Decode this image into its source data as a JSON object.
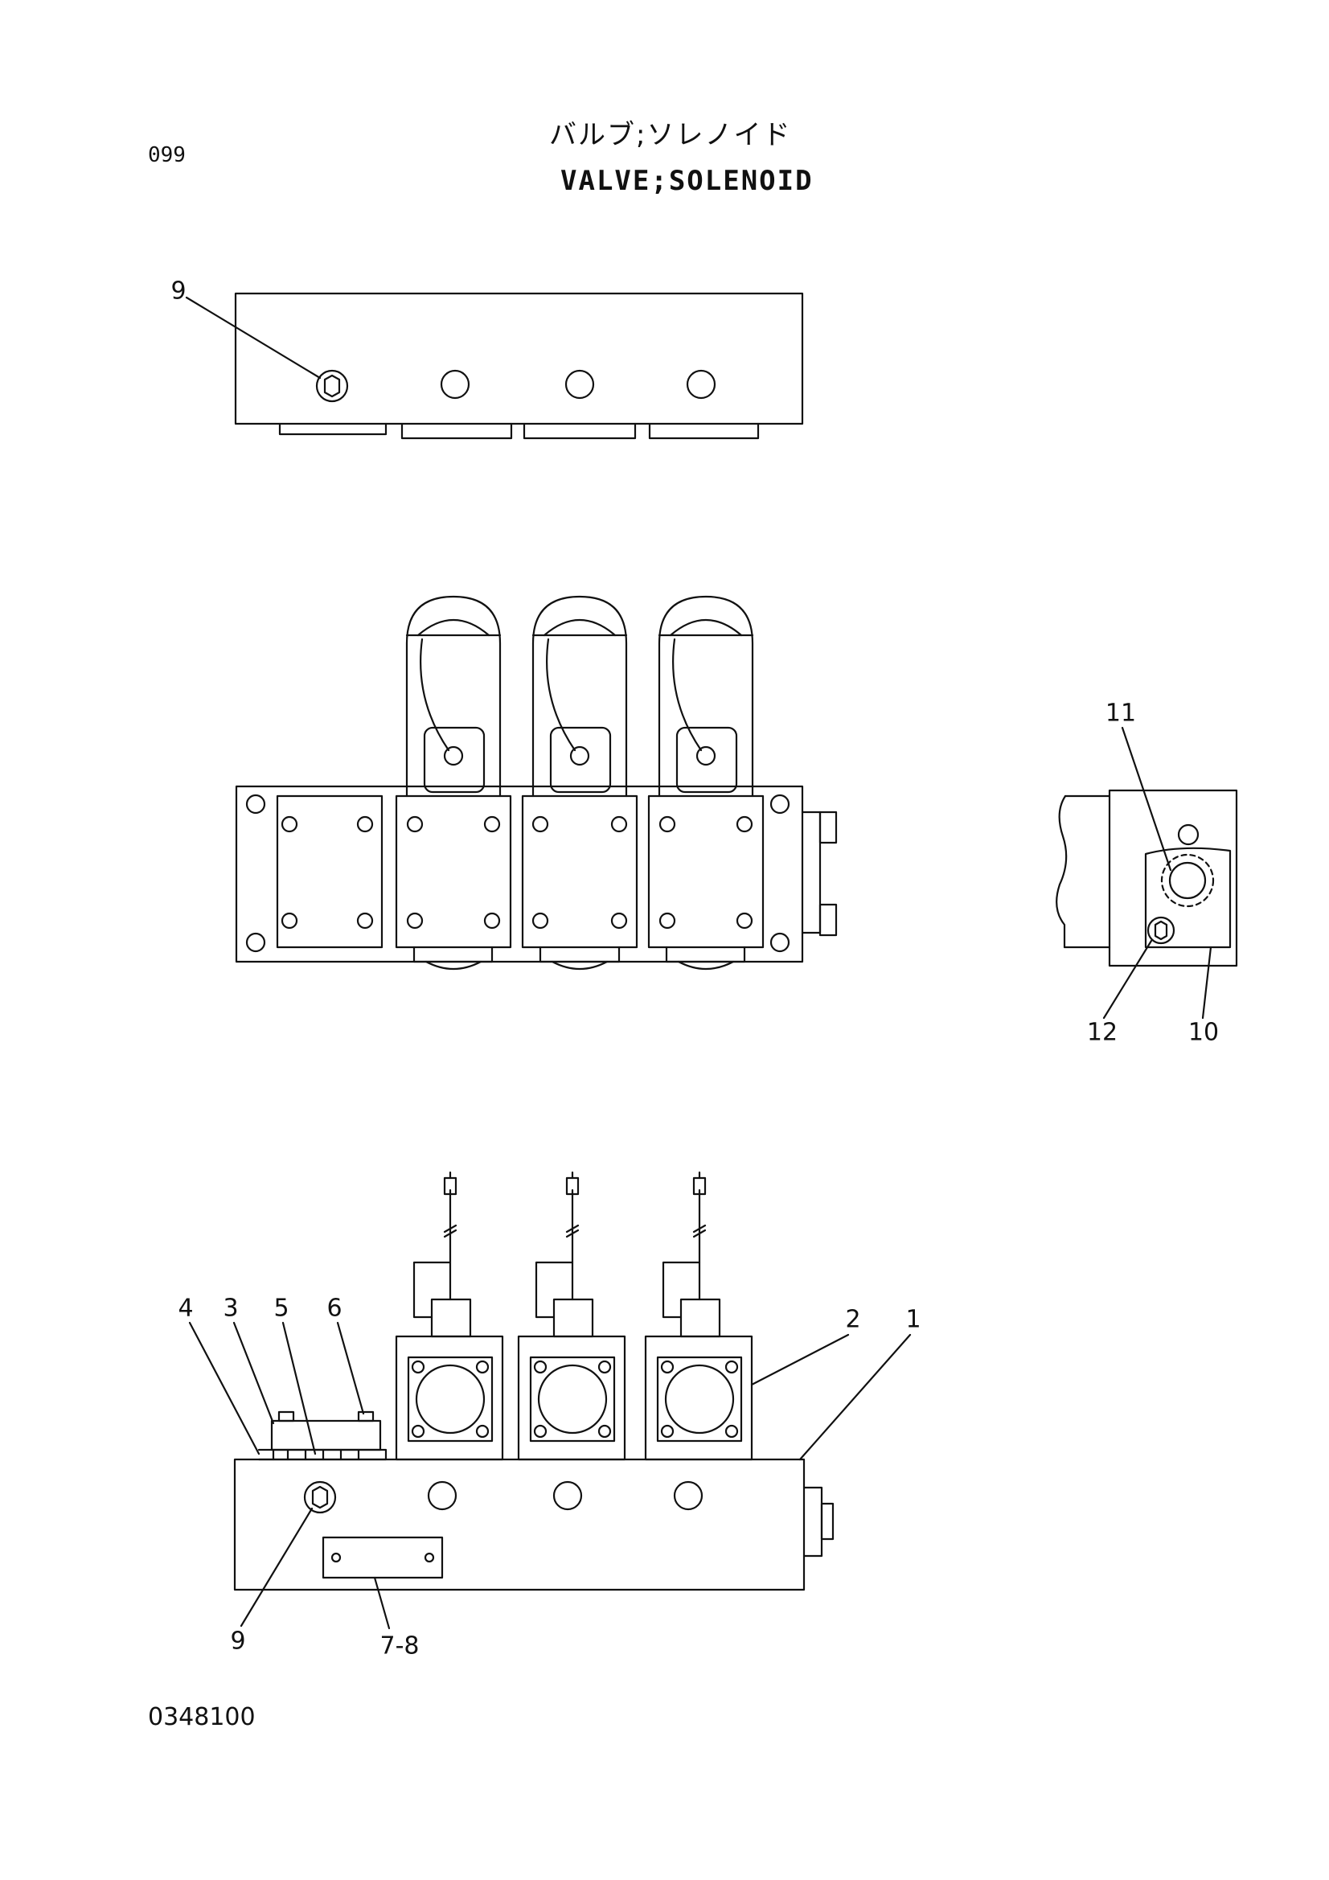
{
  "header": {
    "page_code": "099",
    "title_japanese": "バルブ;ソレノイド",
    "title_english": "VALVE;SOLENOID"
  },
  "drawing_number": "0348100",
  "callouts": {
    "top_view_9": "9",
    "end_view_11": "11",
    "end_view_12": "12",
    "end_view_10": "10",
    "front_4": "4",
    "front_3": "3",
    "front_5": "5",
    "front_6": "6",
    "front_2": "2",
    "front_1": "1",
    "front_9": "9",
    "front_7_8": "7-8"
  }
}
